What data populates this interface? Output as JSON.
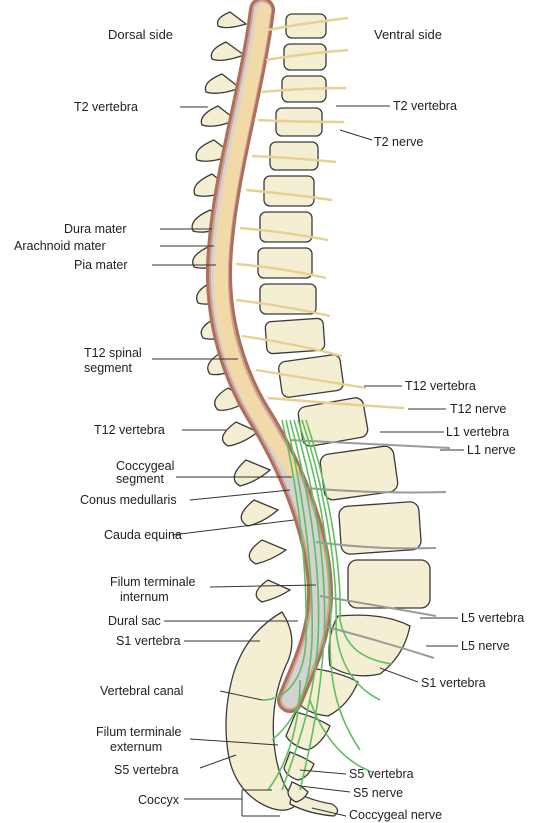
{
  "headers": {
    "dorsal": "Dorsal side",
    "ventral": "Ventral side"
  },
  "labels": {
    "left": {
      "t2_vertebra": "T2 vertebra",
      "dura_mater": "Dura mater",
      "arachnoid_mater": "Arachnoid mater",
      "pia_mater": "Pia mater",
      "t12_spinal_segment_1": "T12 spinal",
      "t12_spinal_segment_2": "segment",
      "t12_vertebra": "T12 vertebra",
      "coccygeal_segment_1": "Coccygeal",
      "coccygeal_segment_2": "segment",
      "conus_medullaris": "Conus medullaris",
      "cauda_equina": "Cauda equina",
      "filum_internum_1": "Filum terminale",
      "filum_internum_2": "internum",
      "dural_sac": "Dural sac",
      "s1_vertebra": "S1 vertebra",
      "vertebral_canal": "Vertebral canal",
      "filum_externum_1": "Filum terminale",
      "filum_externum_2": "externum",
      "s5_vertebra": "S5 vertebra",
      "coccyx": "Coccyx"
    },
    "right": {
      "t2_vertebra": "T2 vertebra",
      "t2_nerve": "T2 nerve",
      "t12_vertebra": "T12 vertebra",
      "t12_nerve": "T12 nerve",
      "l1_vertebra": "L1 vertebra",
      "l1_nerve": "L1 nerve",
      "l5_vertebra": "L5 vertebra",
      "l5_nerve": "L5 nerve",
      "s1_vertebra": "S1 vertebra",
      "s5_vertebra": "S5 vertebra",
      "s5_nerve": "S5 nerve",
      "coccygeal_nerve": "Coccygeal nerve"
    }
  },
  "colors": {
    "bone": "#f4eed2",
    "bone_outline": "#3a3a3a",
    "dura": "#a9705e",
    "arachnoid": "#d9a090",
    "cord": "#f1d9a8",
    "csf": "#d3d3d3",
    "nerve": "#f0dca0",
    "cauda": "#5fbf5f",
    "leader": "#333333",
    "text": "#222222"
  }
}
